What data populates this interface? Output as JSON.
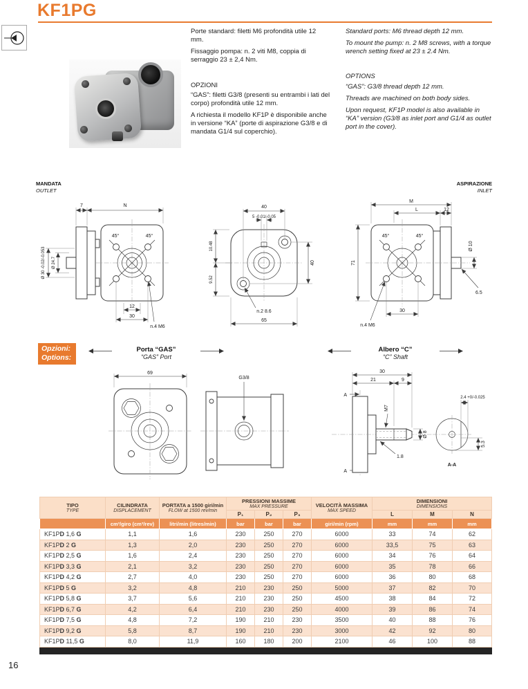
{
  "meta": {
    "accent": "#e87a2e",
    "page_number": "16"
  },
  "header": {
    "title": "KF1PG"
  },
  "intro": {
    "it": {
      "p1": "Porte standard: filetti M6 profondità utile 12 mm.",
      "p2": "Fissaggio pompa: n. 2 viti M8, coppia di serraggio 23 ± 2,4 Nm.",
      "options_title": "OPZIONI",
      "o1": "“GAS”: filetti G3/8 (presenti su entrambi i lati del corpo) profondità utile 12 mm.",
      "o2": "A richiesta il modello KF1P è disponibile anche in versione “KA” (porte di aspirazione G3/8 e di mandata G1/4 sul coperchio)."
    },
    "en": {
      "p1": "Standard ports: M6 thread depth 12 mm.",
      "p2": "To mount the pump: n. 2 M8 screws, with a torque wrench setting fixed at 23 ± 2.4 Nm.",
      "options_title": "OPTIONS",
      "o1": "“GAS”: G3/8 thread depth 12 mm.",
      "o2": "Threads are machined on both body sides.",
      "o3": "Upon request, KF1P model is also available in “KA” version (G3/8 as inlet port and G1/4 as outlet port in the cover)."
    }
  },
  "drawings": {
    "outlet_it": "MANDATA",
    "outlet_en": "OUTLET",
    "inlet_it": "ASPIRAZIONE",
    "inlet_en": "INLET",
    "v1": {
      "t7": "7",
      "tN": "N",
      "d30": "Ø 30 -0.02/-0.053",
      "d247": "Ø 24.7",
      "a45l": "45°",
      "a45r": "45°",
      "b12": "12",
      "b30": "30",
      "m6": "n.4 M6"
    },
    "v2": {
      "t40": "40",
      "t5": "5 -0.01/-0.05",
      "l1048": "10.48",
      "l952": "9.52",
      "r40": "40",
      "h86": "n.2 8.6",
      "b65": "65"
    },
    "v3": {
      "tM": "M",
      "tL": "L",
      "t12": "12",
      "l71": "71",
      "d10": "Ø 10",
      "r65": "6.5",
      "a45l": "45°",
      "a45r": "45°",
      "m6": "n.4 M6",
      "b30": "30"
    }
  },
  "options_section": {
    "badge_it": "Opzioni:",
    "badge_en": "Options:",
    "gas_it": "Porta “GAS”",
    "gas_en": "“GAS” Port",
    "shaft_it": "Albero “C”",
    "shaft_en": "“C” Shaft",
    "v4": {
      "t69": "69"
    },
    "v5": {
      "g38": "G3/8"
    },
    "v6": {
      "t30": "30",
      "t21": "21",
      "t9": "9",
      "m7": "M7",
      "d8": "Ø 8",
      "flat": "2.4 +0/-0.025",
      "g18": "1.8",
      "aa": "A-A",
      "h53": "5.3",
      "secA1": "A",
      "secA2": "A"
    }
  },
  "table": {
    "h": {
      "type_it": "TIPO",
      "type_en": "TYPE",
      "disp_it": "CILINDRATA",
      "disp_en": "DISPLACEMENT",
      "flow_it": "PORTATA a 1500 giri/min",
      "flow_en": "FLOW at 1500 rev/min",
      "press_it": "PRESSIONI MASSIME",
      "press_en": "MAX PRESSURE",
      "speed_it": "VELOCITÀ MASSIMA",
      "speed_en": "MAX SPEED",
      "dims_it": "DIMENSIONI",
      "dims_en": "DIMENSIONS",
      "p1": "P₁",
      "p2": "P₂",
      "p3": "P₃",
      "L": "L",
      "M": "M",
      "N": "N"
    },
    "units": {
      "disp": "cm³/giro (cm³/rev)",
      "flow": "litri/min (litres/min)",
      "bar1": "bar",
      "bar2": "bar",
      "bar3": "bar",
      "speed": "giri/min (rpm)",
      "mm1": "mm",
      "mm2": "mm",
      "mm3": "mm"
    },
    "rows": [
      {
        "type": [
          "KF1P",
          "D",
          "1,6",
          "G"
        ],
        "disp": "1,1",
        "flow": "1,6",
        "p1": "230",
        "p2": "250",
        "p3": "270",
        "speed": "6000",
        "L": "33",
        "M": "74",
        "N": "62"
      },
      {
        "type": [
          "KF1P",
          "D",
          "2",
          "G"
        ],
        "disp": "1,3",
        "flow": "2,0",
        "p1": "230",
        "p2": "250",
        "p3": "270",
        "speed": "6000",
        "L": "33,5",
        "M": "75",
        "N": "63"
      },
      {
        "type": [
          "KF1P",
          "D",
          "2,5",
          "G"
        ],
        "disp": "1,6",
        "flow": "2,4",
        "p1": "230",
        "p2": "250",
        "p3": "270",
        "speed": "6000",
        "L": "34",
        "M": "76",
        "N": "64"
      },
      {
        "type": [
          "KF1P",
          "D",
          "3,3",
          "G"
        ],
        "disp": "2,1",
        "flow": "3,2",
        "p1": "230",
        "p2": "250",
        "p3": "270",
        "speed": "6000",
        "L": "35",
        "M": "78",
        "N": "66"
      },
      {
        "type": [
          "KF1P",
          "D",
          "4,2",
          "G"
        ],
        "disp": "2,7",
        "flow": "4,0",
        "p1": "230",
        "p2": "250",
        "p3": "270",
        "speed": "6000",
        "L": "36",
        "M": "80",
        "N": "68"
      },
      {
        "type": [
          "KF1P",
          "D",
          "5",
          "G"
        ],
        "disp": "3,2",
        "flow": "4,8",
        "p1": "210",
        "p2": "230",
        "p3": "250",
        "speed": "5000",
        "L": "37",
        "M": "82",
        "N": "70"
      },
      {
        "type": [
          "KF1P",
          "D",
          "5,8",
          "G"
        ],
        "disp": "3,7",
        "flow": "5,6",
        "p1": "210",
        "p2": "230",
        "p3": "250",
        "speed": "4500",
        "L": "38",
        "M": "84",
        "N": "72"
      },
      {
        "type": [
          "KF1P",
          "D",
          "6,7",
          "G"
        ],
        "disp": "4,2",
        "flow": "6,4",
        "p1": "210",
        "p2": "230",
        "p3": "250",
        "speed": "4000",
        "L": "39",
        "M": "86",
        "N": "74"
      },
      {
        "type": [
          "KF1P",
          "D",
          "7,5",
          "G"
        ],
        "disp": "4,8",
        "flow": "7,2",
        "p1": "190",
        "p2": "210",
        "p3": "230",
        "speed": "3500",
        "L": "40",
        "M": "88",
        "N": "76"
      },
      {
        "type": [
          "KF1P",
          "D",
          "9,2",
          "G"
        ],
        "disp": "5,8",
        "flow": "8,7",
        "p1": "190",
        "p2": "210",
        "p3": "230",
        "speed": "3000",
        "L": "42",
        "M": "92",
        "N": "80"
      },
      {
        "type": [
          "KF1P",
          "D",
          "11,5",
          "G"
        ],
        "disp": "8,0",
        "flow": "11,9",
        "p1": "160",
        "p2": "180",
        "p3": "200",
        "speed": "2100",
        "L": "46",
        "M": "100",
        "N": "88"
      }
    ]
  }
}
